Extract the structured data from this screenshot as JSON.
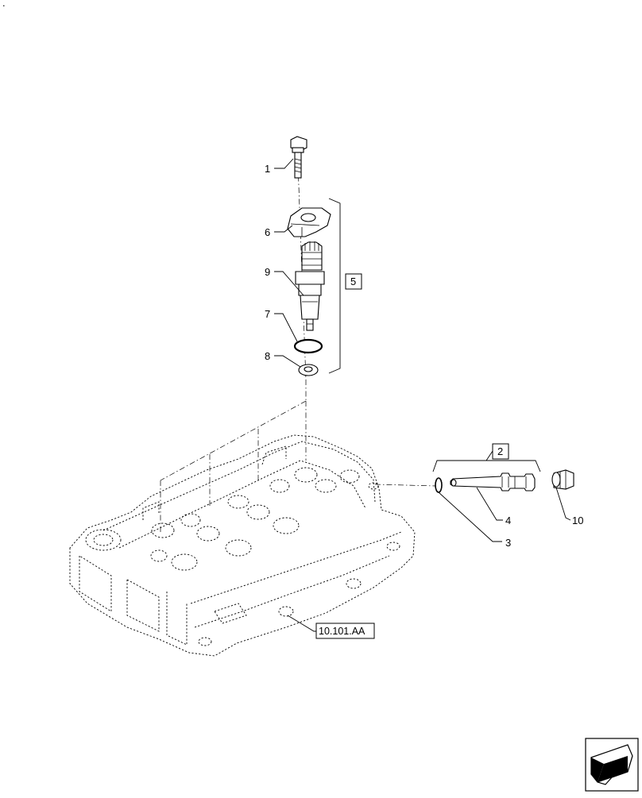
{
  "corner_mark": ".",
  "callouts": {
    "c1": "1",
    "c6": "6",
    "c9": "9",
    "c7": "7",
    "c8": "8",
    "c5": "5",
    "c2": "2",
    "c4": "4",
    "c3": "3",
    "c10": "10"
  },
  "reference": "10.101.AA",
  "icons": {
    "nav": "arrow-nav-icon"
  }
}
